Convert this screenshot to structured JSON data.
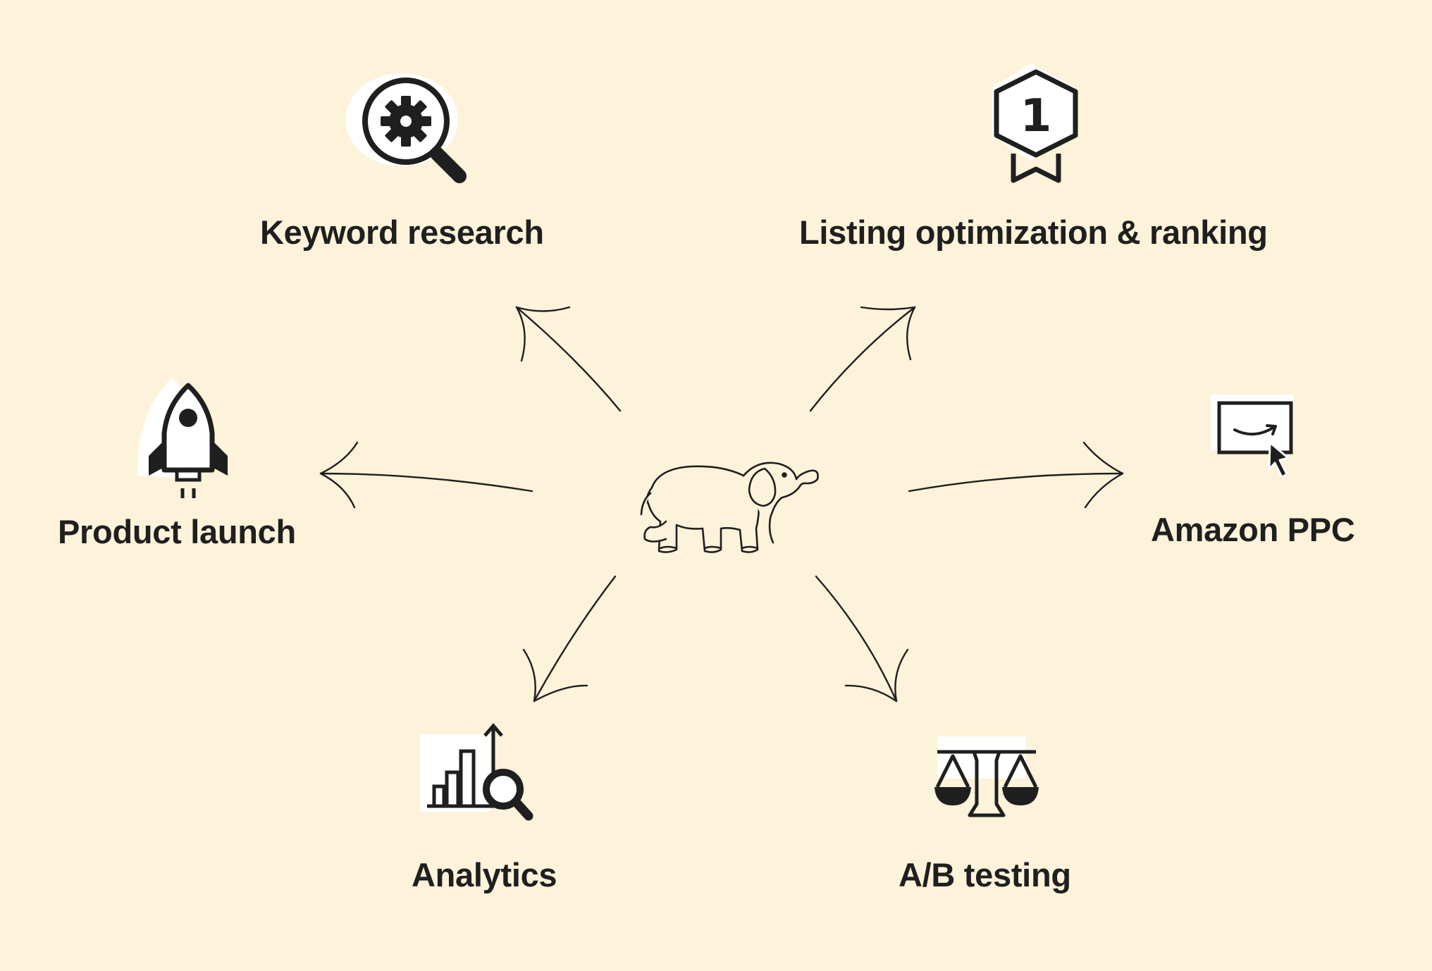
{
  "diagram": {
    "center": {
      "name": "elephant"
    },
    "nodes": {
      "keyword_research": {
        "label": "Keyword research",
        "icon": "magnifier-gear-icon"
      },
      "listing_optimization": {
        "label": "Listing optimization & ranking",
        "icon": "ranking-badge-icon",
        "badge_number": "1"
      },
      "product_launch": {
        "label": "Product launch",
        "icon": "rocket-icon"
      },
      "amazon_ppc": {
        "label": "Amazon PPC",
        "icon": "amazon-screen-click-icon"
      },
      "analytics": {
        "label": "Analytics",
        "icon": "bar-chart-magnifier-icon"
      },
      "ab_testing": {
        "label": "A/B testing",
        "icon": "balance-scale-icon"
      }
    },
    "edges": [
      {
        "from": "center",
        "to": "keyword_research"
      },
      {
        "from": "center",
        "to": "listing_optimization"
      },
      {
        "from": "center",
        "to": "product_launch"
      },
      {
        "from": "center",
        "to": "amazon_ppc"
      },
      {
        "from": "center",
        "to": "analytics"
      },
      {
        "from": "center",
        "to": "ab_testing"
      }
    ],
    "colors": {
      "background": "#fdf2da",
      "ink": "#1f1f1f",
      "icon_highlight": "#ffffff"
    }
  }
}
